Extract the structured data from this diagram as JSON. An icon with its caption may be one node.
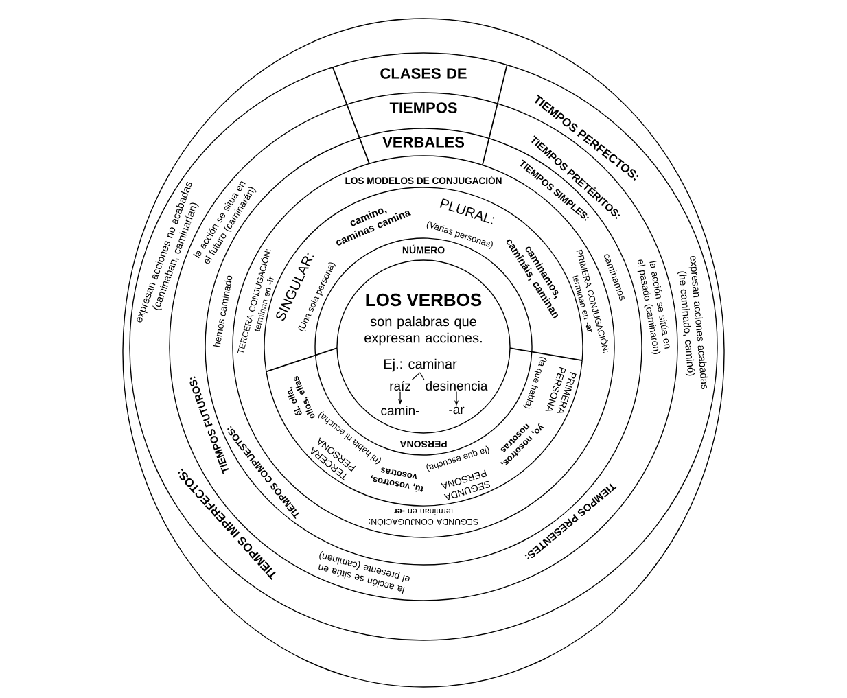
{
  "diagram": {
    "title": "CLASES DE TIEMPOS VERBALES",
    "nodes": [
      {
        "text": [
          "LOS VERBOS",
          "son palabras que expresan acciones."
        ]
      },
      {
        "text": [
          "Ej.: caminar"
        ],
        "in": 0
      },
      {
        "text": [
          "raíz"
        ],
        "in": 0
      },
      {
        "text": [
          "desinencia"
        ],
        "in": 0
      },
      {
        "text": [
          "camin-"
        ],
        "in": 0
      },
      {
        "text": [
          "-ar"
        ],
        "in": 0
      }
    ],
    "edges": [
      {
        "from": 1,
        "to": 2,
        "arrow": "none"
      },
      {
        "from": 1,
        "to": 3,
        "arrow": "none"
      },
      {
        "from": 2,
        "to": 4,
        "arrow": "to"
      },
      {
        "from": 3,
        "to": 5,
        "arrow": "to"
      }
    ],
    "labels": [
      "TIEMPOS PERFECTOS:",
      "expresan acciones acabadas (he caminado, caminó)",
      "TIEMPOS IMPERFECTOS:",
      "expresan acciones no acabadas (caminaban, caminarían)",
      "TIEMPOS PRETÉRITOS:",
      "la acción se sitúa en el pasado (caminaron)",
      "TIEMPOS PRESENTES:",
      "la acción se sitúa en el presente (caminan)",
      "TIEMPOS FUTUROS:",
      "la acción se sitúa en el futuro (caminarán)",
      "TIEMPOS SIMPLES:",
      "caminamos",
      "TIEMPOS COMPUESTOS:",
      "hemos caminado",
      "LOS MODELOS DE CONJUGACIÓN",
      "PRIMERA CONJUGACIÓN: terminan en **-ar**",
      "SEGUNDA CONJUGACIÓN: terminan en **-er**",
      "TERCERA CONJUGACIÓN: terminan en **-ir**",
      "SINGULAR:",
      "(Una sola persona)",
      "camino, caminas camina",
      "PLURAL:",
      "(Varias personas)",
      "caminamos, camináis, caminan",
      "PRIMERA PERSONA",
      "(la que habla)",
      "yo, nosotros, nosotras",
      "SEGUNDA PERSONA",
      "(la que escucha)",
      "tú, vosotros, vosotras",
      "TERCERA PERSONA",
      "(ni habla ni ecucha)",
      "él, ella, ellos, ellas",
      "NÚMERO",
      "PERSONA"
    ]
  }
}
